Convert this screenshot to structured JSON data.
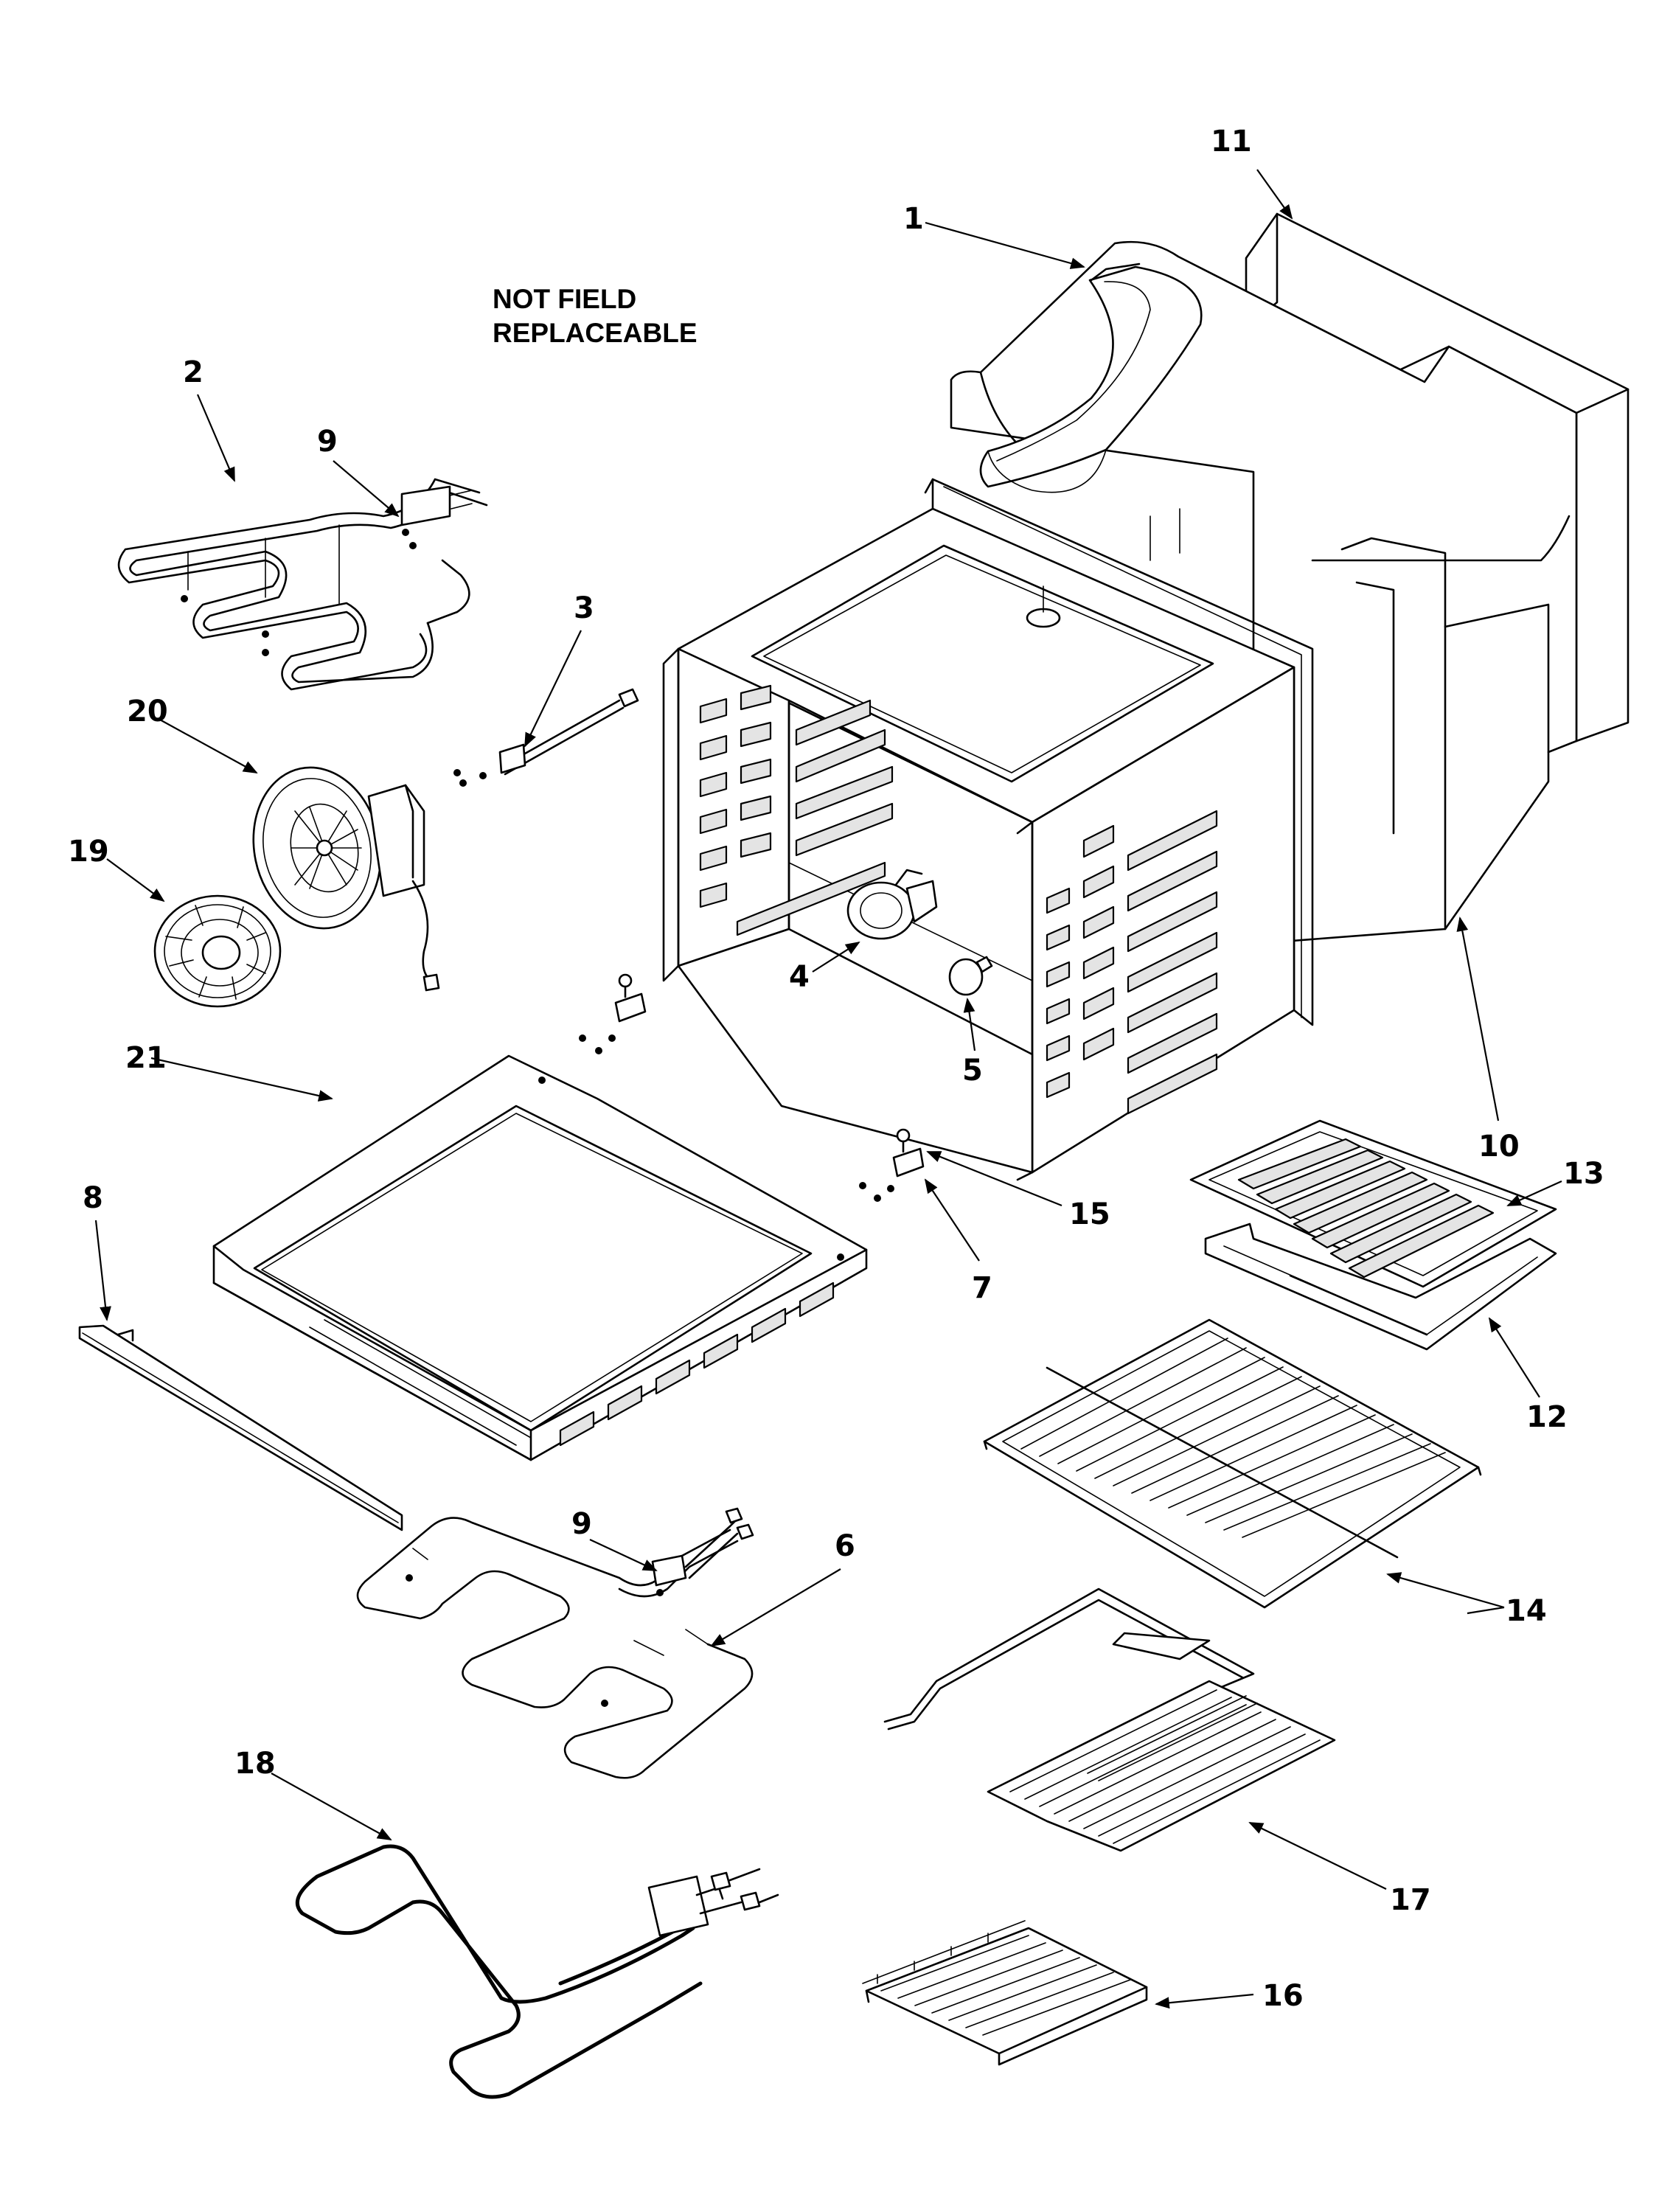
{
  "diagram": {
    "note_lines": [
      "NOT FIELD",
      "REPLACEABLE"
    ],
    "callouts": {
      "c1": "1",
      "c2": "2",
      "c3": "3",
      "c4": "4",
      "c5": "5",
      "c6": "6",
      "c7": "7",
      "c8": "8",
      "c9a": "9",
      "c9b": "9",
      "c10": "10",
      "c11": "11",
      "c12": "12",
      "c13": "13",
      "c14": "14",
      "c15": "15",
      "c16": "16",
      "c17": "17",
      "c18": "18",
      "c19": "19",
      "c20": "20",
      "c21": "21"
    }
  }
}
